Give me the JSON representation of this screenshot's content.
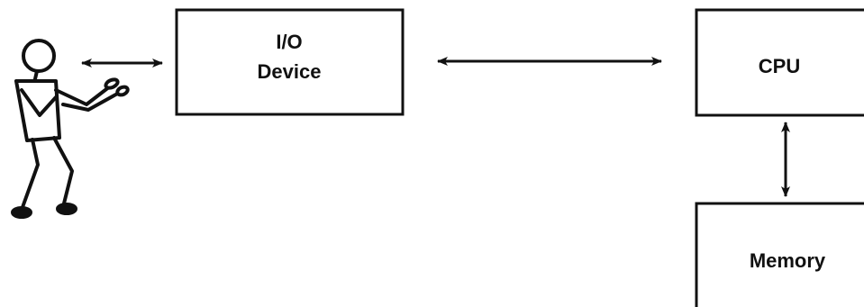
{
  "colors": {
    "ink": "#111111",
    "background": "#ffffff"
  },
  "nodes": {
    "user": {
      "icon": "stick-figure-person-icon"
    },
    "io_device": {
      "line1": "I/O",
      "line2": "Device"
    },
    "cpu": {
      "label": "CPU"
    },
    "memory": {
      "label": "Memory"
    }
  },
  "edges": [
    {
      "from": "user",
      "to": "io_device",
      "direction": "bidirectional"
    },
    {
      "from": "io_device",
      "to": "cpu",
      "direction": "bidirectional"
    },
    {
      "from": "cpu",
      "to": "memory",
      "direction": "bidirectional"
    }
  ]
}
